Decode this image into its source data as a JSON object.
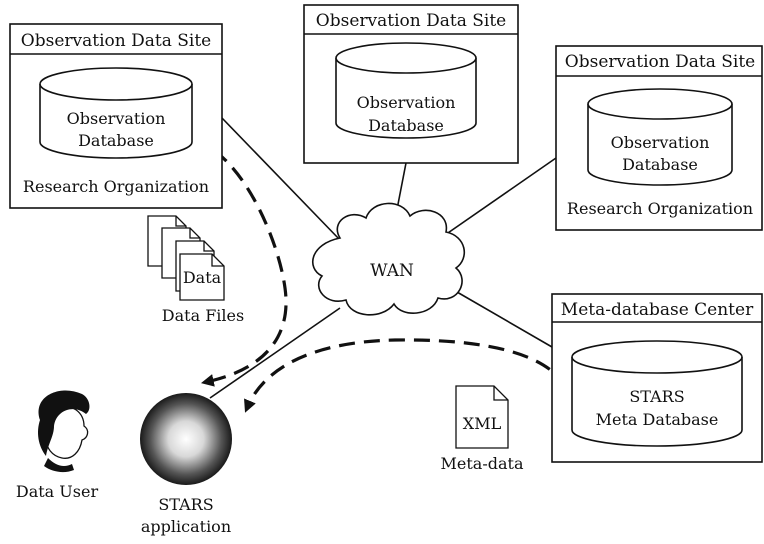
{
  "sites": {
    "left": {
      "title": "Observation Data Site",
      "db_line1": "Observation",
      "db_line2": "Database",
      "org": "Research Organization"
    },
    "middle": {
      "title": "Observation Data Site",
      "db_line1": "Observation",
      "db_line2": "Database"
    },
    "right": {
      "title": "Observation Data Site",
      "db_line1": "Observation",
      "db_line2": "Database",
      "org": "Research Organization"
    }
  },
  "meta_center": {
    "title": "Meta-database Center",
    "db_line1": "STARS",
    "db_line2": "Meta Database"
  },
  "network": {
    "label": "WAN"
  },
  "files": {
    "doc_label": "Data",
    "caption": "Data Files"
  },
  "meta_doc": {
    "doc_label": "XML",
    "caption": "Meta-data"
  },
  "user": {
    "label": "Data User"
  },
  "app": {
    "line1": "STARS",
    "line2": "application"
  }
}
